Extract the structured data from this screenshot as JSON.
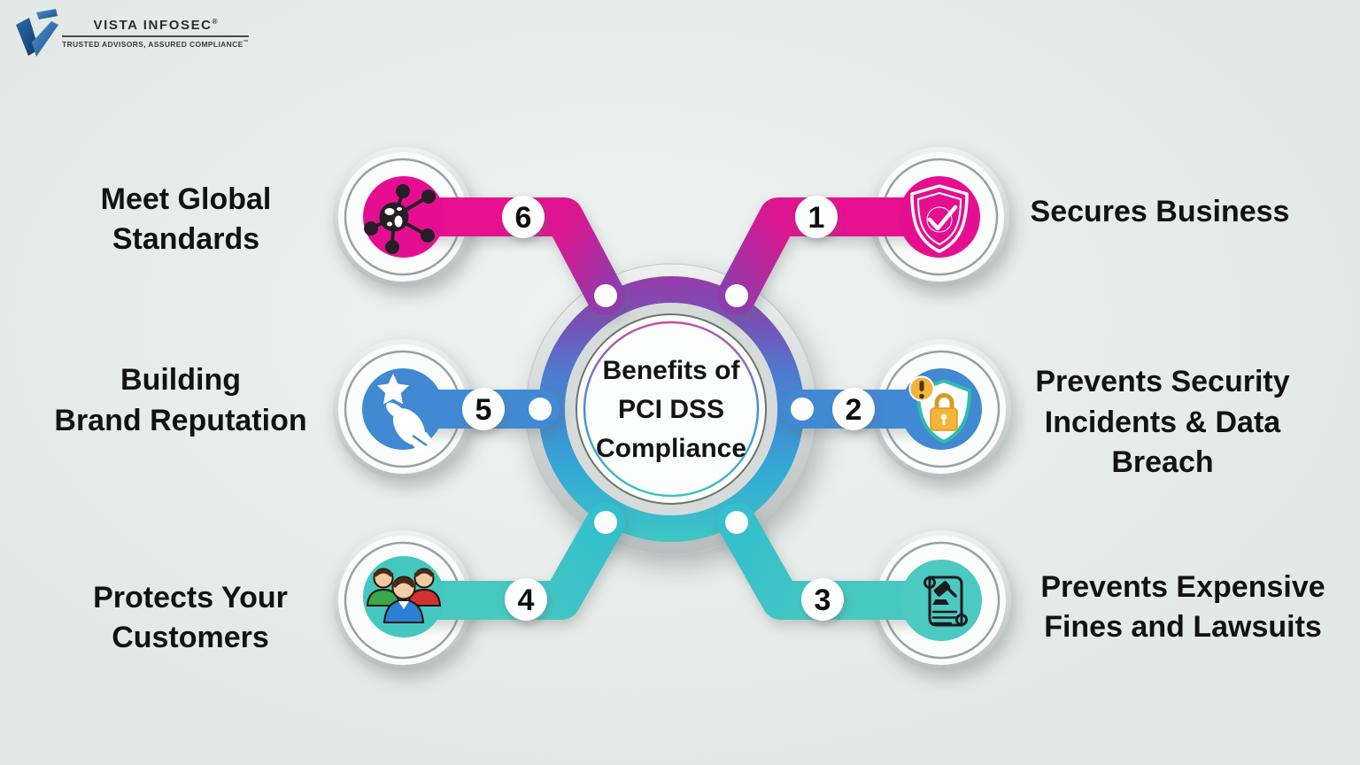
{
  "logo": {
    "brand": "VISTA INFOSEC",
    "registered": "®",
    "tagline": "TRUSTED ADVISORS, ASSURED COMPLIANCE",
    "trademark": "™"
  },
  "center": {
    "line1": "Benefits of",
    "line2": "PCI DSS",
    "line3": "Compliance"
  },
  "nodes": [
    {
      "number": "1",
      "icon": "shield-check-icon",
      "color": "#e60e90",
      "line1": "Secures Business",
      "line2": "",
      "line3": ""
    },
    {
      "number": "2",
      "icon": "shield-lock-alert-icon",
      "color": "#4189d2",
      "line1": "Prevents Security",
      "line2": "Incidents & Data",
      "line3": "Breach"
    },
    {
      "number": "3",
      "icon": "legal-scroll-gavel-icon",
      "color": "#4cc9c1",
      "line1": "Prevents  Expensive",
      "line2": "Fines and Lawsuits",
      "line3": ""
    },
    {
      "number": "4",
      "icon": "customers-group-icon",
      "color": "#45c7c1",
      "line1": "Protects Your",
      "line2": "Customers",
      "line3": ""
    },
    {
      "number": "5",
      "icon": "hand-star-icon",
      "color": "#4189d2",
      "line1": "Building",
      "line2": "Brand Reputation",
      "line3": ""
    },
    {
      "number": "6",
      "icon": "global-network-icon",
      "color": "#e60e90",
      "line1": "Meet Global",
      "line2": "Standards",
      "line3": ""
    }
  ],
  "colors": {
    "background": "#e6ebe9",
    "magenta": "#e60e90",
    "purple": "#8e3dac",
    "blue": "#4189d2",
    "teal": "#45c7c1",
    "silver": "#cfd5d4",
    "label_text": "#121212",
    "lock_gold": "#f2b43a",
    "logo_blue": "#2a6cab"
  }
}
